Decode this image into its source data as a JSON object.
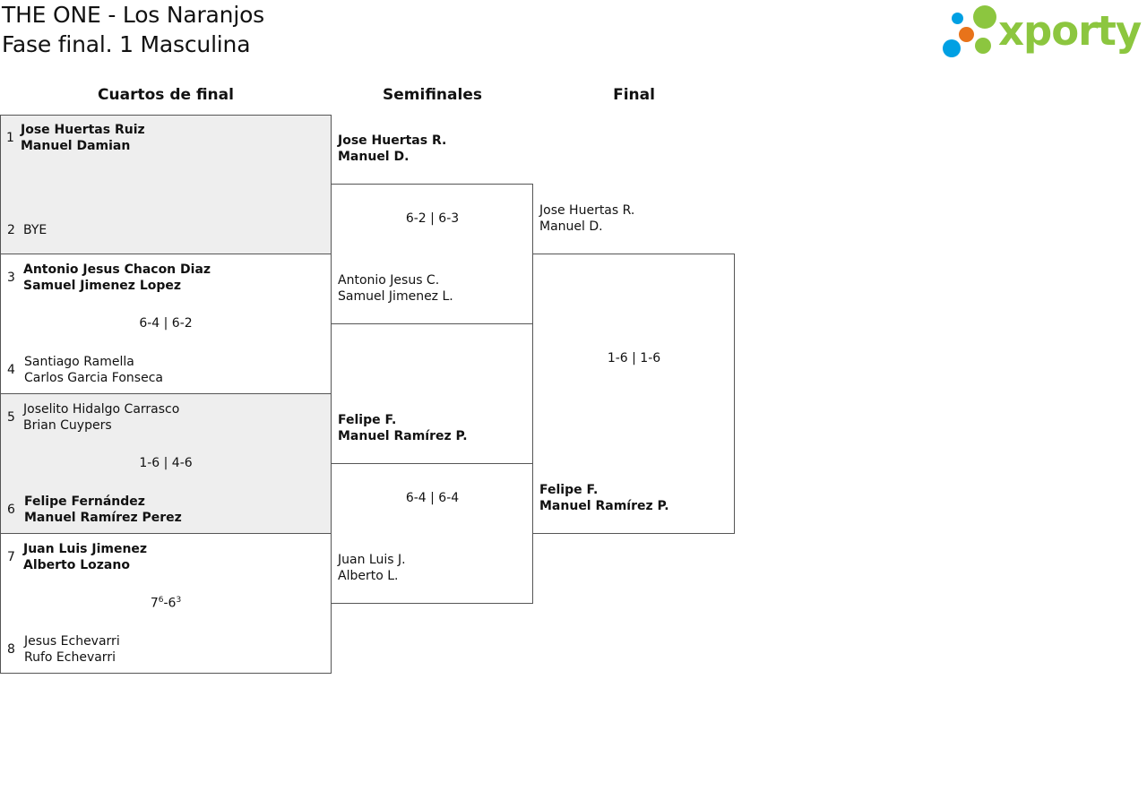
{
  "header": {
    "title_line1": "THE ONE - Los Naranjos",
    "title_line2": "Fase final. 1 Masculina",
    "logo_text": "xporty"
  },
  "colors": {
    "logo_green": "#8cc63f",
    "logo_blue": "#00a0e3",
    "logo_orange": "#e8731a",
    "shaded_row": "#eeeeee"
  },
  "rounds": {
    "quarterfinals": "Cuartos de final",
    "semifinals": "Semifinales",
    "final": "Final"
  },
  "quarterfinals": [
    {
      "top": {
        "seed": "1",
        "line1": "Jose Huertas Ruiz",
        "line2": "Manuel Damian"
      },
      "bottom": {
        "seed": "2",
        "line1": "BYE",
        "line2": ""
      },
      "score": ""
    },
    {
      "top": {
        "seed": "3",
        "line1": "Antonio Jesus Chacon Diaz",
        "line2": "Samuel Jimenez Lopez"
      },
      "bottom": {
        "seed": "4",
        "line1": "Santiago Ramella",
        "line2": "Carlos Garcia Fonseca"
      },
      "score": "6-4 | 6-2"
    },
    {
      "top": {
        "seed": "5",
        "line1": "Joselito Hidalgo Carrasco",
        "line2": "Brian Cuypers"
      },
      "bottom": {
        "seed": "6",
        "line1": "Felipe Fernández",
        "line2": "Manuel Ramírez Perez"
      },
      "score": "1-6 | 4-6"
    },
    {
      "top": {
        "seed": "7",
        "line1": "Juan Luis Jimenez",
        "line2": "Alberto Lozano"
      },
      "bottom": {
        "seed": "8",
        "line1": "Jesus Echevarri",
        "line2": "Rufo Echevarri"
      },
      "score_main1": "7",
      "score_sup1": "6",
      "score_mid": "-6",
      "score_sup2": "3"
    }
  ],
  "semifinals": [
    {
      "top": {
        "line1": "Jose Huertas R.",
        "line2": "Manuel D."
      },
      "bottom": {
        "line1": "Antonio Jesus C.",
        "line2": "Samuel Jimenez L."
      },
      "score": "6-2 | 6-3"
    },
    {
      "top": {
        "line1": "Felipe F.",
        "line2": "Manuel Ramírez P."
      },
      "bottom": {
        "line1": "Juan Luis J.",
        "line2": "Alberto L."
      },
      "score": "6-4 | 6-4"
    }
  ],
  "final": {
    "top": {
      "line1": "Jose Huertas R.",
      "line2": "Manuel D."
    },
    "bottom": {
      "line1": "Felipe F.",
      "line2": "Manuel Ramírez P."
    },
    "score": "1-6 | 1-6"
  }
}
